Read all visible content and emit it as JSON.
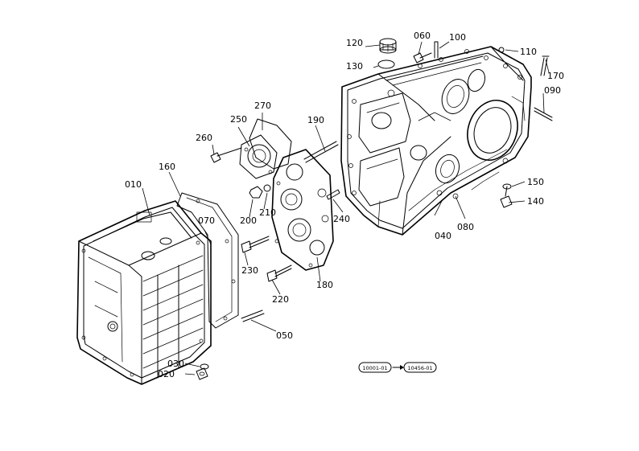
{
  "parts": [
    {
      "id": "p010",
      "label": "010"
    },
    {
      "id": "p020",
      "label": "020"
    },
    {
      "id": "p030",
      "label": "030"
    },
    {
      "id": "p040",
      "label": "040"
    },
    {
      "id": "p050",
      "label": "050"
    },
    {
      "id": "p060",
      "label": "060"
    },
    {
      "id": "p070",
      "label": "070"
    },
    {
      "id": "p080",
      "label": "080"
    },
    {
      "id": "p090",
      "label": "090"
    },
    {
      "id": "p100",
      "label": "100"
    },
    {
      "id": "p110",
      "label": "110"
    },
    {
      "id": "p120",
      "label": "120"
    },
    {
      "id": "p130",
      "label": "130"
    },
    {
      "id": "p140",
      "label": "140"
    },
    {
      "id": "p150",
      "label": "150"
    },
    {
      "id": "p160",
      "label": "160"
    },
    {
      "id": "p170",
      "label": "170"
    },
    {
      "id": "p180",
      "label": "180"
    },
    {
      "id": "p190",
      "label": "190"
    },
    {
      "id": "p200",
      "label": "200"
    },
    {
      "id": "p210",
      "label": "210"
    },
    {
      "id": "p220",
      "label": "220"
    },
    {
      "id": "p230",
      "label": "230"
    },
    {
      "id": "p240",
      "label": "240"
    },
    {
      "id": "p250",
      "label": "250"
    },
    {
      "id": "p260",
      "label": "260"
    },
    {
      "id": "p270",
      "label": "270"
    }
  ],
  "serial_range": {
    "from": "10001-01",
    "to": "10456-01"
  }
}
